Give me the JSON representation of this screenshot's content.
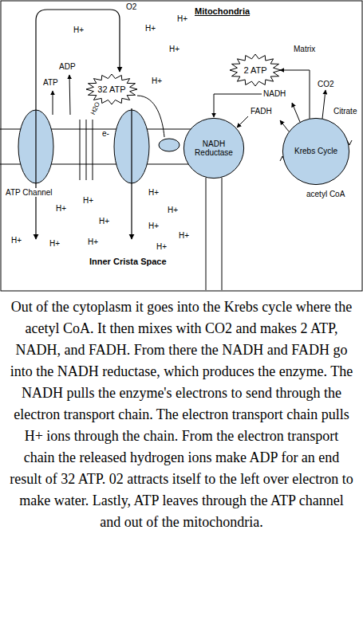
{
  "diagram": {
    "title": "Mitochondria",
    "caption": "Out of the cytoplasm it goes into the Krebs cycle where the acetyl CoA. It then mixes with CO2 and makes 2 ATP, NADH, and FADH. From there the NADH and FADH go into the NADH reductase, which produces the enzyme. The NADH pulls the enzyme's electrons to send through the electron transport chain. The electron transport chain pulls H+ ions through the chain. From the electron transport chain the released hydrogen ions make ADP for an end result of 32 ATP. 02 attracts itself to the left over electron to make water. Lastly, ATP leaves through the ATP channel and out of the mitochondria.",
    "nodes": [
      {
        "text": [
          "32 ATP"
        ]
      },
      {
        "text": [
          "2 ATP"
        ]
      },
      {
        "text": [
          "NADH Reductase"
        ]
      },
      {
        "text": [
          "Krebs Cycle"
        ]
      }
    ],
    "edges": [
      {
        "from": 3,
        "to": 1,
        "arrow": "to"
      }
    ],
    "labels": [
      "O2",
      "Matrix",
      "H+",
      "H+",
      "H+",
      "H+",
      "H+",
      "ADP",
      "ATP",
      "H2O",
      "e-",
      "ATP Channel",
      "NADH",
      "FADH",
      "CO2",
      "Citrate",
      "acetyl CoA",
      "H+",
      "H+",
      "H+",
      "H+",
      "H+",
      "H+",
      "H+",
      "H+",
      "H+",
      "H+",
      "H+",
      "Inner Crista Space"
    ]
  }
}
